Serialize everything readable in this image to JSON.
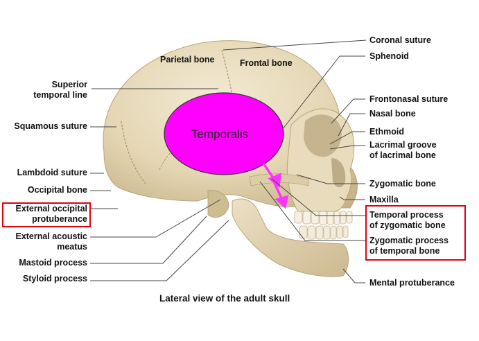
{
  "caption": "Lateral view of the adult skull",
  "muscle": {
    "name": "Temporalis",
    "color": "#ff00ff"
  },
  "highlight_color": "#e0000d",
  "labels_left": {
    "superior_temporal_line_1": "Superior",
    "superior_temporal_line_2": "temporal line",
    "squamous_suture": "Squamous suture",
    "lambdoid_suture": "Lambdoid suture",
    "occipital_bone": "Occipital bone",
    "external_occipital_protuberance_1": "External occipital",
    "external_occipital_protuberance_2": "protuberance",
    "external_acoustic_meatus_1": "External acoustic",
    "external_acoustic_meatus_2": "meatus",
    "mastoid_process": "Mastoid process",
    "styloid_process": "Styloid process"
  },
  "labels_top": {
    "parietal_bone": "Parietal bone",
    "frontal_bone": "Frontal bone"
  },
  "labels_right": {
    "coronal_suture": "Coronal suture",
    "sphenoid": "Sphenoid",
    "frontonasal_suture": "Frontonasal suture",
    "nasal_bone": "Nasal bone",
    "ethmoid": "Ethmoid",
    "lacrimal_groove_1": "Lacrimal groove",
    "lacrimal_groove_2": "of lacrimal bone",
    "zygomatic_bone": "Zygomatic bone",
    "maxilla": "Maxilla",
    "temporal_process_1": "Temporal process",
    "temporal_process_2": "of zygomatic bone",
    "zygomatic_process_1": "Zygomatic process",
    "zygomatic_process_2": "of temporal bone",
    "mental_protuberance": "Mental protuberance"
  }
}
